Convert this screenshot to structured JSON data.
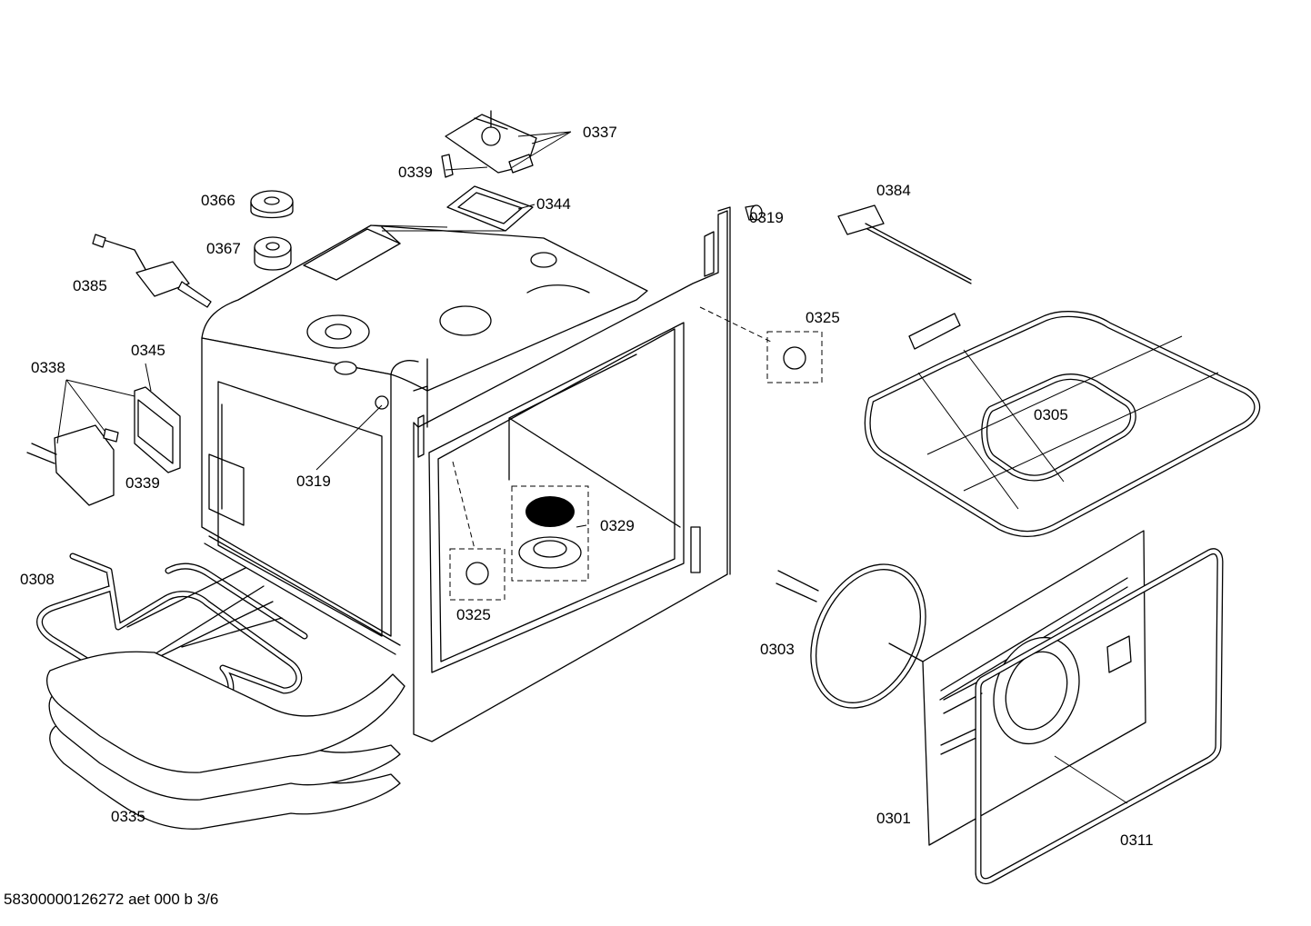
{
  "labels": {
    "l0337": "0337",
    "l0339_top": "0339",
    "l0344": "0344",
    "l0366": "0366",
    "l0367": "0367",
    "l0385": "0385",
    "l0345": "0345",
    "l0338": "0338",
    "l0339_left": "0339",
    "l0319_left": "0319",
    "l0319_right": "0319",
    "l0384": "0384",
    "l0325_right": "0325",
    "l0305": "0305",
    "l0329": "0329",
    "l0325_center": "0325",
    "l0308": "0308",
    "l0303": "0303",
    "l0335": "0335",
    "l0301": "0301",
    "l0311": "0311"
  },
  "footer": {
    "doc_id": "58300000126272 aet 000 b 3/6"
  }
}
